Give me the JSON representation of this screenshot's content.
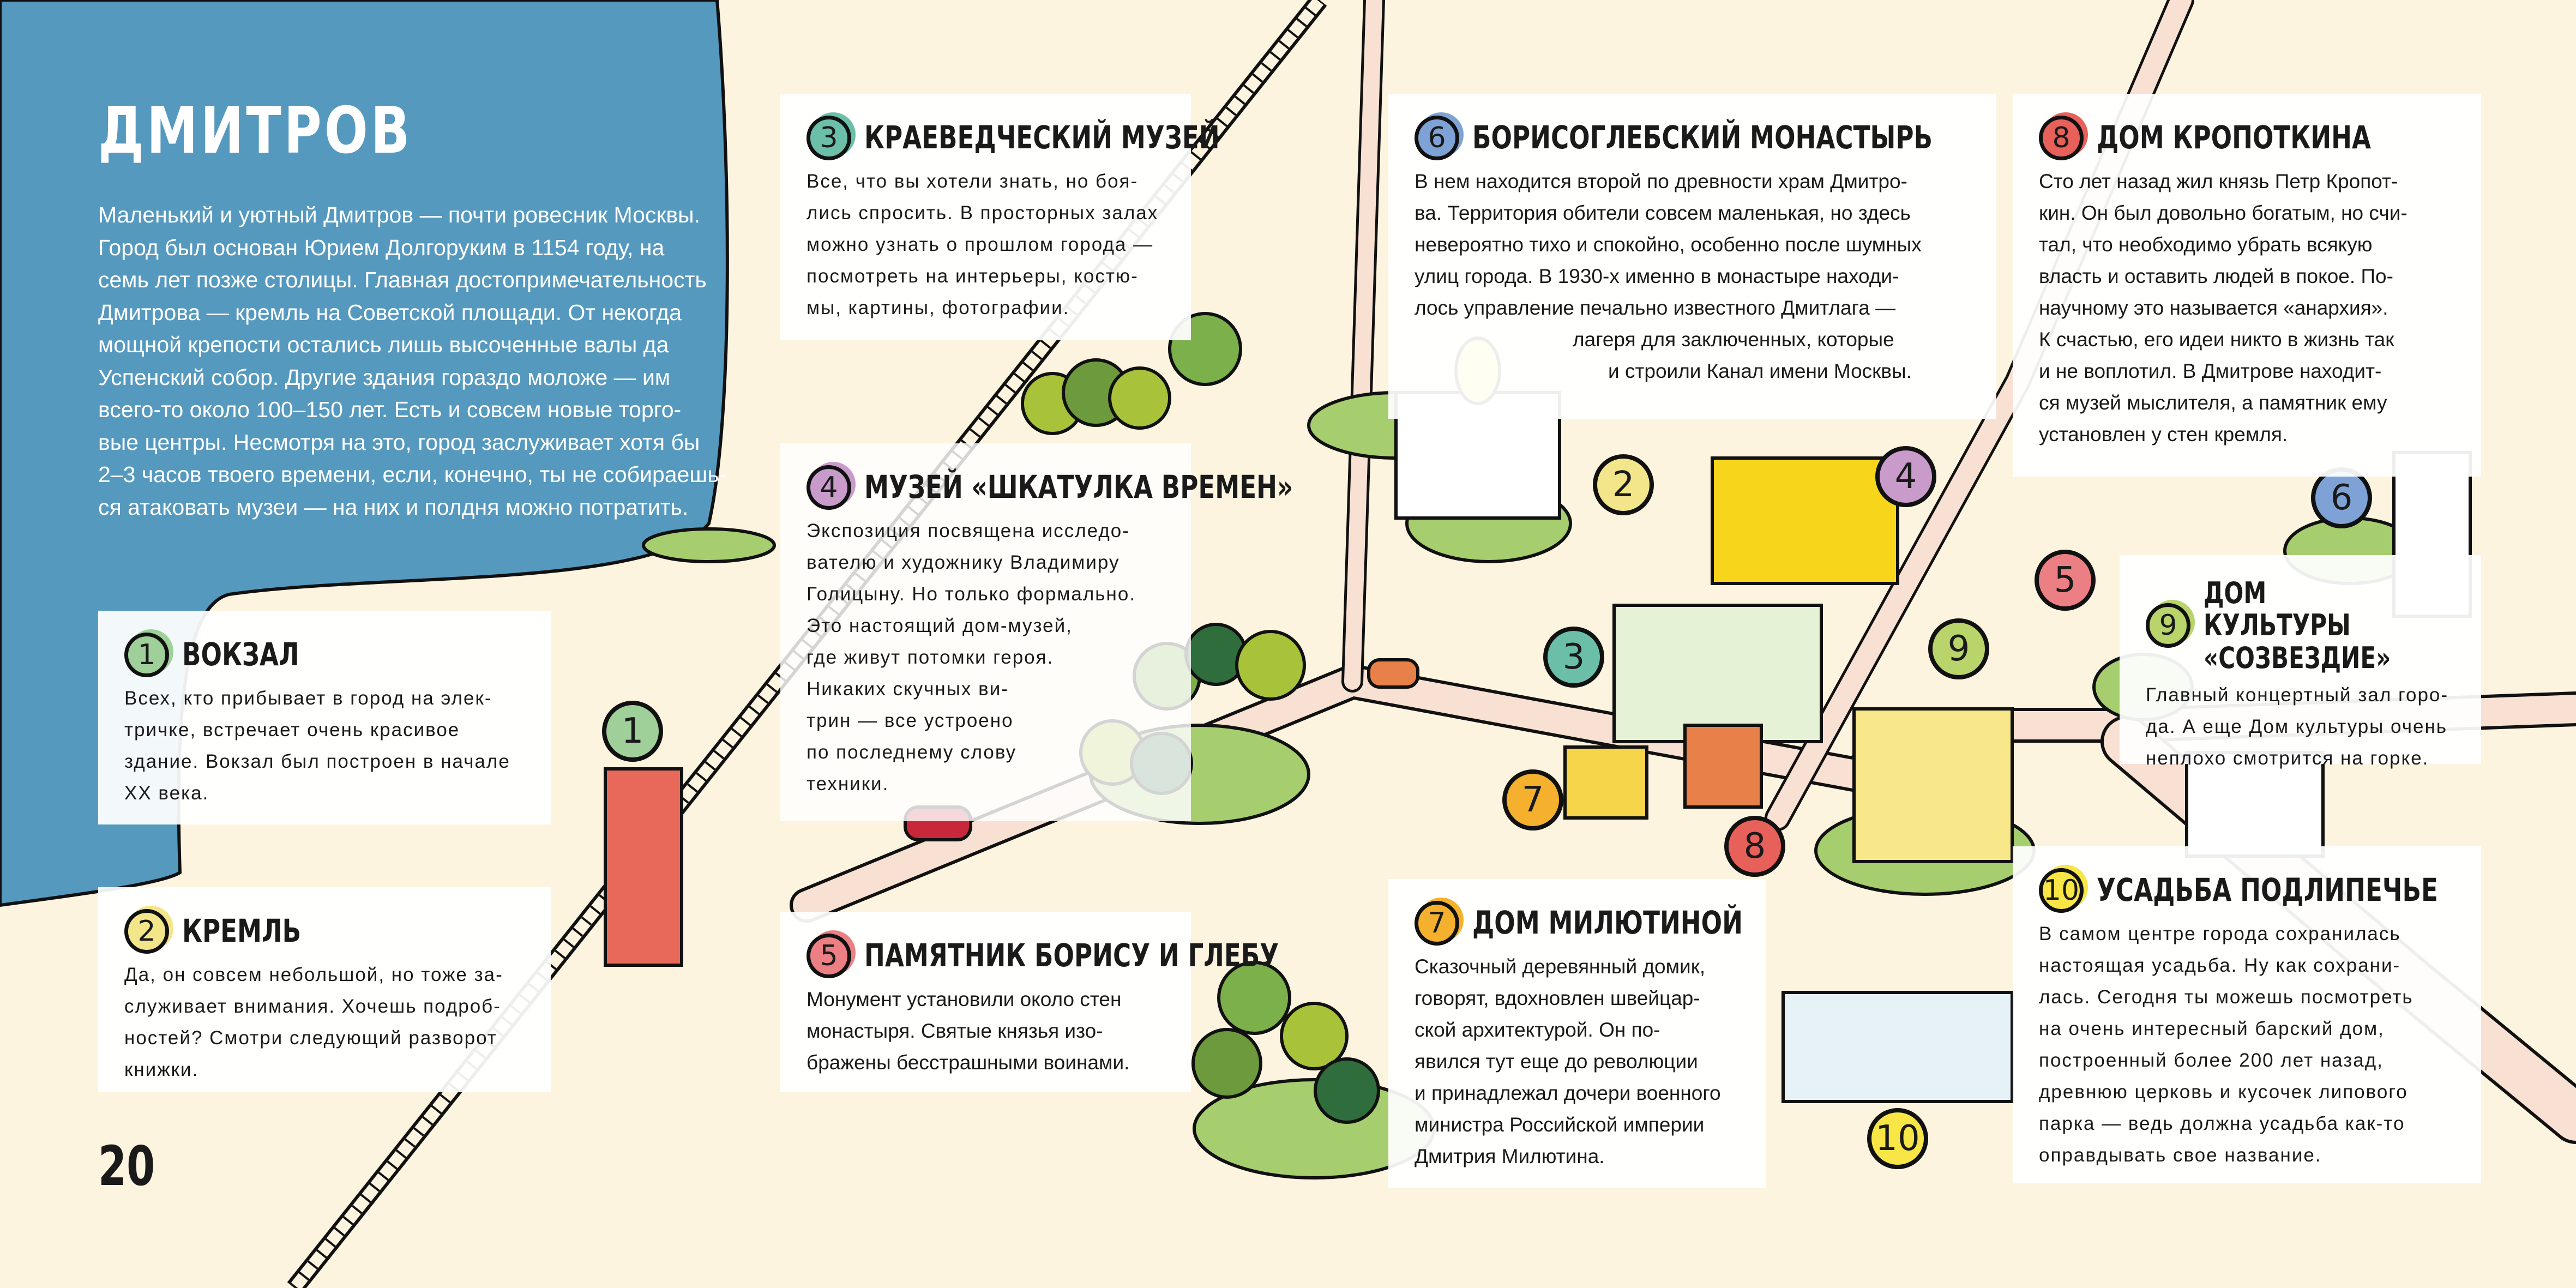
{
  "page": {
    "title": "Дмитров",
    "page_number": "20",
    "intro": {
      "lines": [
        "Маленький и уютный Дмитров — почти ровесник Москвы.",
        "Город был основан Юрием Долгоруким в 1154 году, на",
        "семь лет позже столицы. Главная достопримечательность",
        "Дмитрова — кремль на Советской площади. От некогда",
        "мощной крепости остались лишь высоченные валы да",
        "Успенский собор. Другие здания гораздо моложе — им",
        "всего-то около 100–150 лет. Есть и совсем новые торго-",
        "вые центры. Несмотря на это, город заслуживает хотя бы",
        "2–3 часов твоего времени, если, конечно, ты не собираешь-",
        "ся атаковать музеи — на них и полдня можно потратить."
      ]
    }
  },
  "colors": {
    "blue_panel": "#5599bf",
    "background": "#fcf4df"
  },
  "places": [
    {
      "number": "1",
      "title": "Вокзал",
      "color": "#9fd09a",
      "lines": [
        "Всех, кто прибывает в город на элек-",
        "тричке, встречает очень красивое",
        "здание. Вокзал был построен в начале",
        "XX века."
      ]
    },
    {
      "number": "2",
      "title": "Кремль",
      "color": "#f3e68a",
      "lines": [
        "Да, он совсем небольшой, но тоже за-",
        "служивает внимания. Хочешь подроб-",
        "ностей? Смотри следующий разворот",
        "книжки."
      ]
    },
    {
      "number": "3",
      "title": "Краеведческий музей",
      "color": "#6bbfa9",
      "lines": [
        "Все, что вы хотели знать, но боя-",
        "лись спросить. В просторных залах",
        "можно узнать о прошлом города —",
        "посмотреть на интерьеры, костю-",
        "мы, картины, фотографии."
      ]
    },
    {
      "number": "4",
      "title": "Музей «Шкатулка времен»",
      "color": "#c99bcb",
      "lines": [
        "Экспозиция посвящена исследо-",
        "вателю и художнику Владимиру",
        "Голицыну. Но только формально.",
        "Это настоящий дом-музей,",
        "где живут потомки героя.",
        "Никаких скучных ви-",
        "трин — все устроено",
        "по последнему слову",
        "техники."
      ]
    },
    {
      "number": "5",
      "title": "Памятник Борису и Глебу",
      "color": "#ec7f84",
      "lines": [
        "Монумент установили около стен",
        "монастыря. Святые князья изо-",
        "бражены бесстрашными воинами."
      ]
    },
    {
      "number": "6",
      "title": "Борисоглебский монастырь",
      "color": "#7fa2d6",
      "lines": [
        "В нем находится второй по древности храм Дмитро-",
        "ва. Территория обители совсем маленькая, но здесь",
        "невероятно тихо и спокойно, особенно после шумных",
        "улиц города. В 1930-х именно в монастыре находи-",
        "лось управление печально известного Дмитлага —",
        "лагеря для заключенных, которые",
        "и строили Канал имени Москвы."
      ]
    },
    {
      "number": "7",
      "title": "Дом Милютиной",
      "color": "#f5b12e",
      "lines": [
        "Сказочный деревянный домик,",
        "говорят, вдохновлен швейцар-",
        "ской архитектурой. Он по-",
        "явился тут еще до революции",
        "и принадлежал дочери военного",
        "министра Российской империи",
        "Дмитрия Милютина."
      ]
    },
    {
      "number": "8",
      "title": "Дом Кропоткина",
      "color": "#e8605a",
      "lines": [
        "Сто лет назад жил князь Петр Кропот-",
        "кин. Он был довольно богатым, но счи-",
        "тал, что необходимо убрать всякую",
        "власть и оставить людей в покое. По-",
        "научному это называется «анархия».",
        "К счастью, его идеи никто в жизнь так",
        "и не воплотил. В Дмитрове находит-",
        "ся музей мыслителя, а памятник ему",
        "установлен у стен кремля."
      ]
    },
    {
      "number": "9",
      "title": "Дом культуры «Созвездие»",
      "color": "#b8d46a",
      "lines": [
        "Главный концертный зал горо-",
        "да. А еще Дом культуры очень",
        "неплохо смотрится на горке."
      ]
    },
    {
      "number": "10",
      "title": "Усадьба Подлипечье",
      "color": "#f7e645",
      "lines": [
        "В самом центре города сохранилась",
        "настоящая усадьба. Ну как сохрани-",
        "лась. Сегодня ты можешь посмотреть",
        "на очень интересный барский дом,",
        "построенный более 200 лет назад,",
        "древнюю церковь и кусочек липового",
        "парка — ведь должна усадьба как-то",
        "оправдывать свое название."
      ]
    }
  ]
}
